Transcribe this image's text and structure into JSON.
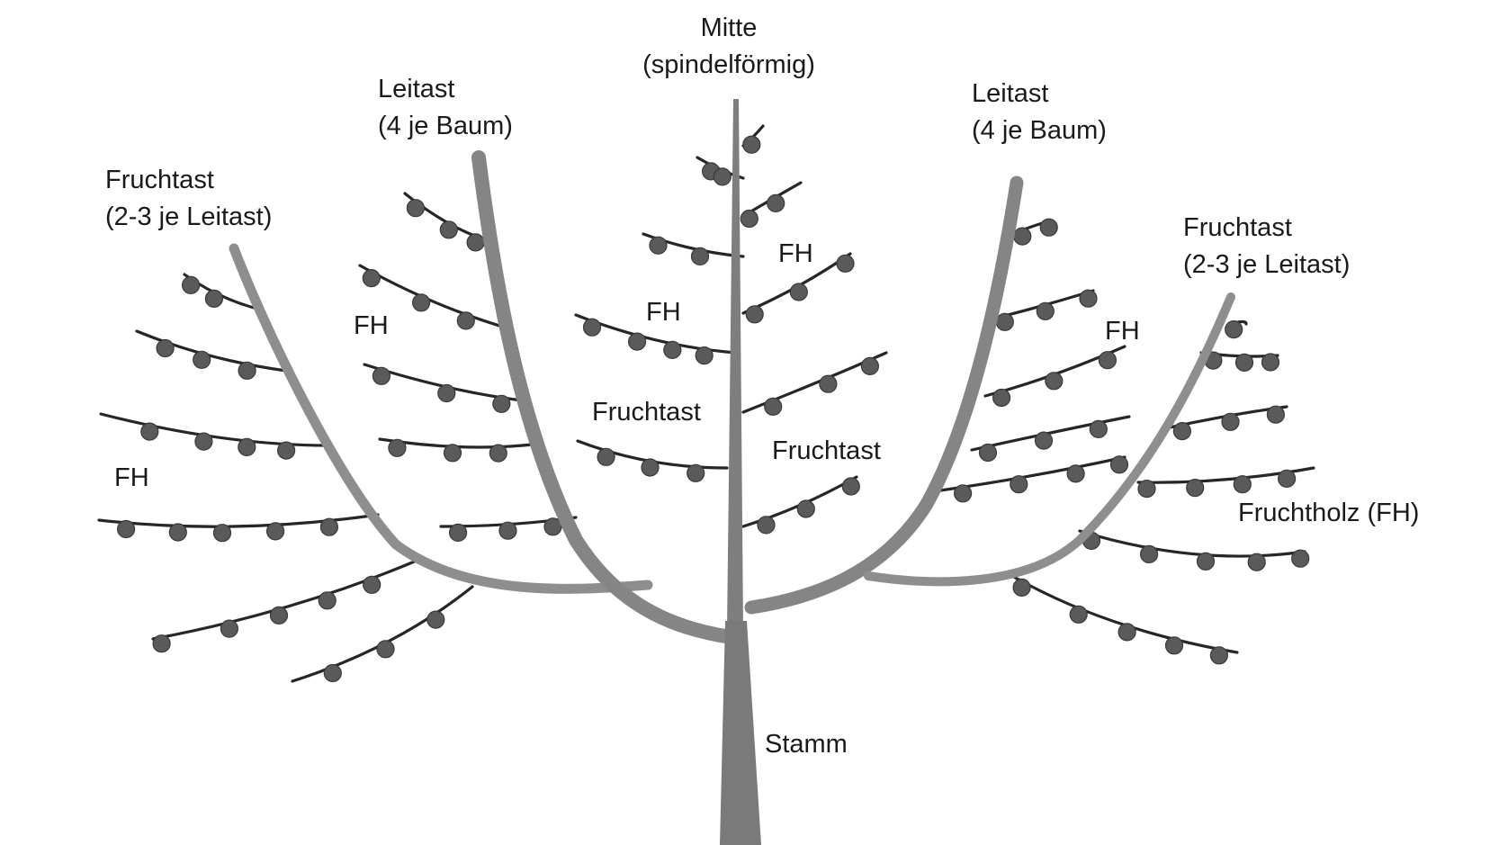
{
  "labels": {
    "mitte_line1": "Mitte",
    "mitte_line2": "(spindelförmig)",
    "leitast_left_line1": "Leitast",
    "leitast_left_line2": "(4 je Baum)",
    "leitast_right_line1": "Leitast",
    "leitast_right_line2": "(4 je Baum)",
    "fruchtast_left_line1": "Fruchtast",
    "fruchtast_left_line2": "(2-3 je Leitast)",
    "fruchtast_right_line1": "Fruchtast",
    "fruchtast_right_line2": "(2-3 je Leitast)",
    "fruchtast_center_left": "Fruchtast",
    "fruchtast_center_right": "Fruchtast",
    "fh": "FH",
    "fruchtholz": "Fruchtholz (FH)",
    "stamm": "Stamm"
  },
  "colors": {
    "trunk": "#7c7c7c",
    "limb": "#8c8c8c",
    "branch": "#262626",
    "fruit": "#5a5a5a",
    "text": "#1a1a1a"
  }
}
